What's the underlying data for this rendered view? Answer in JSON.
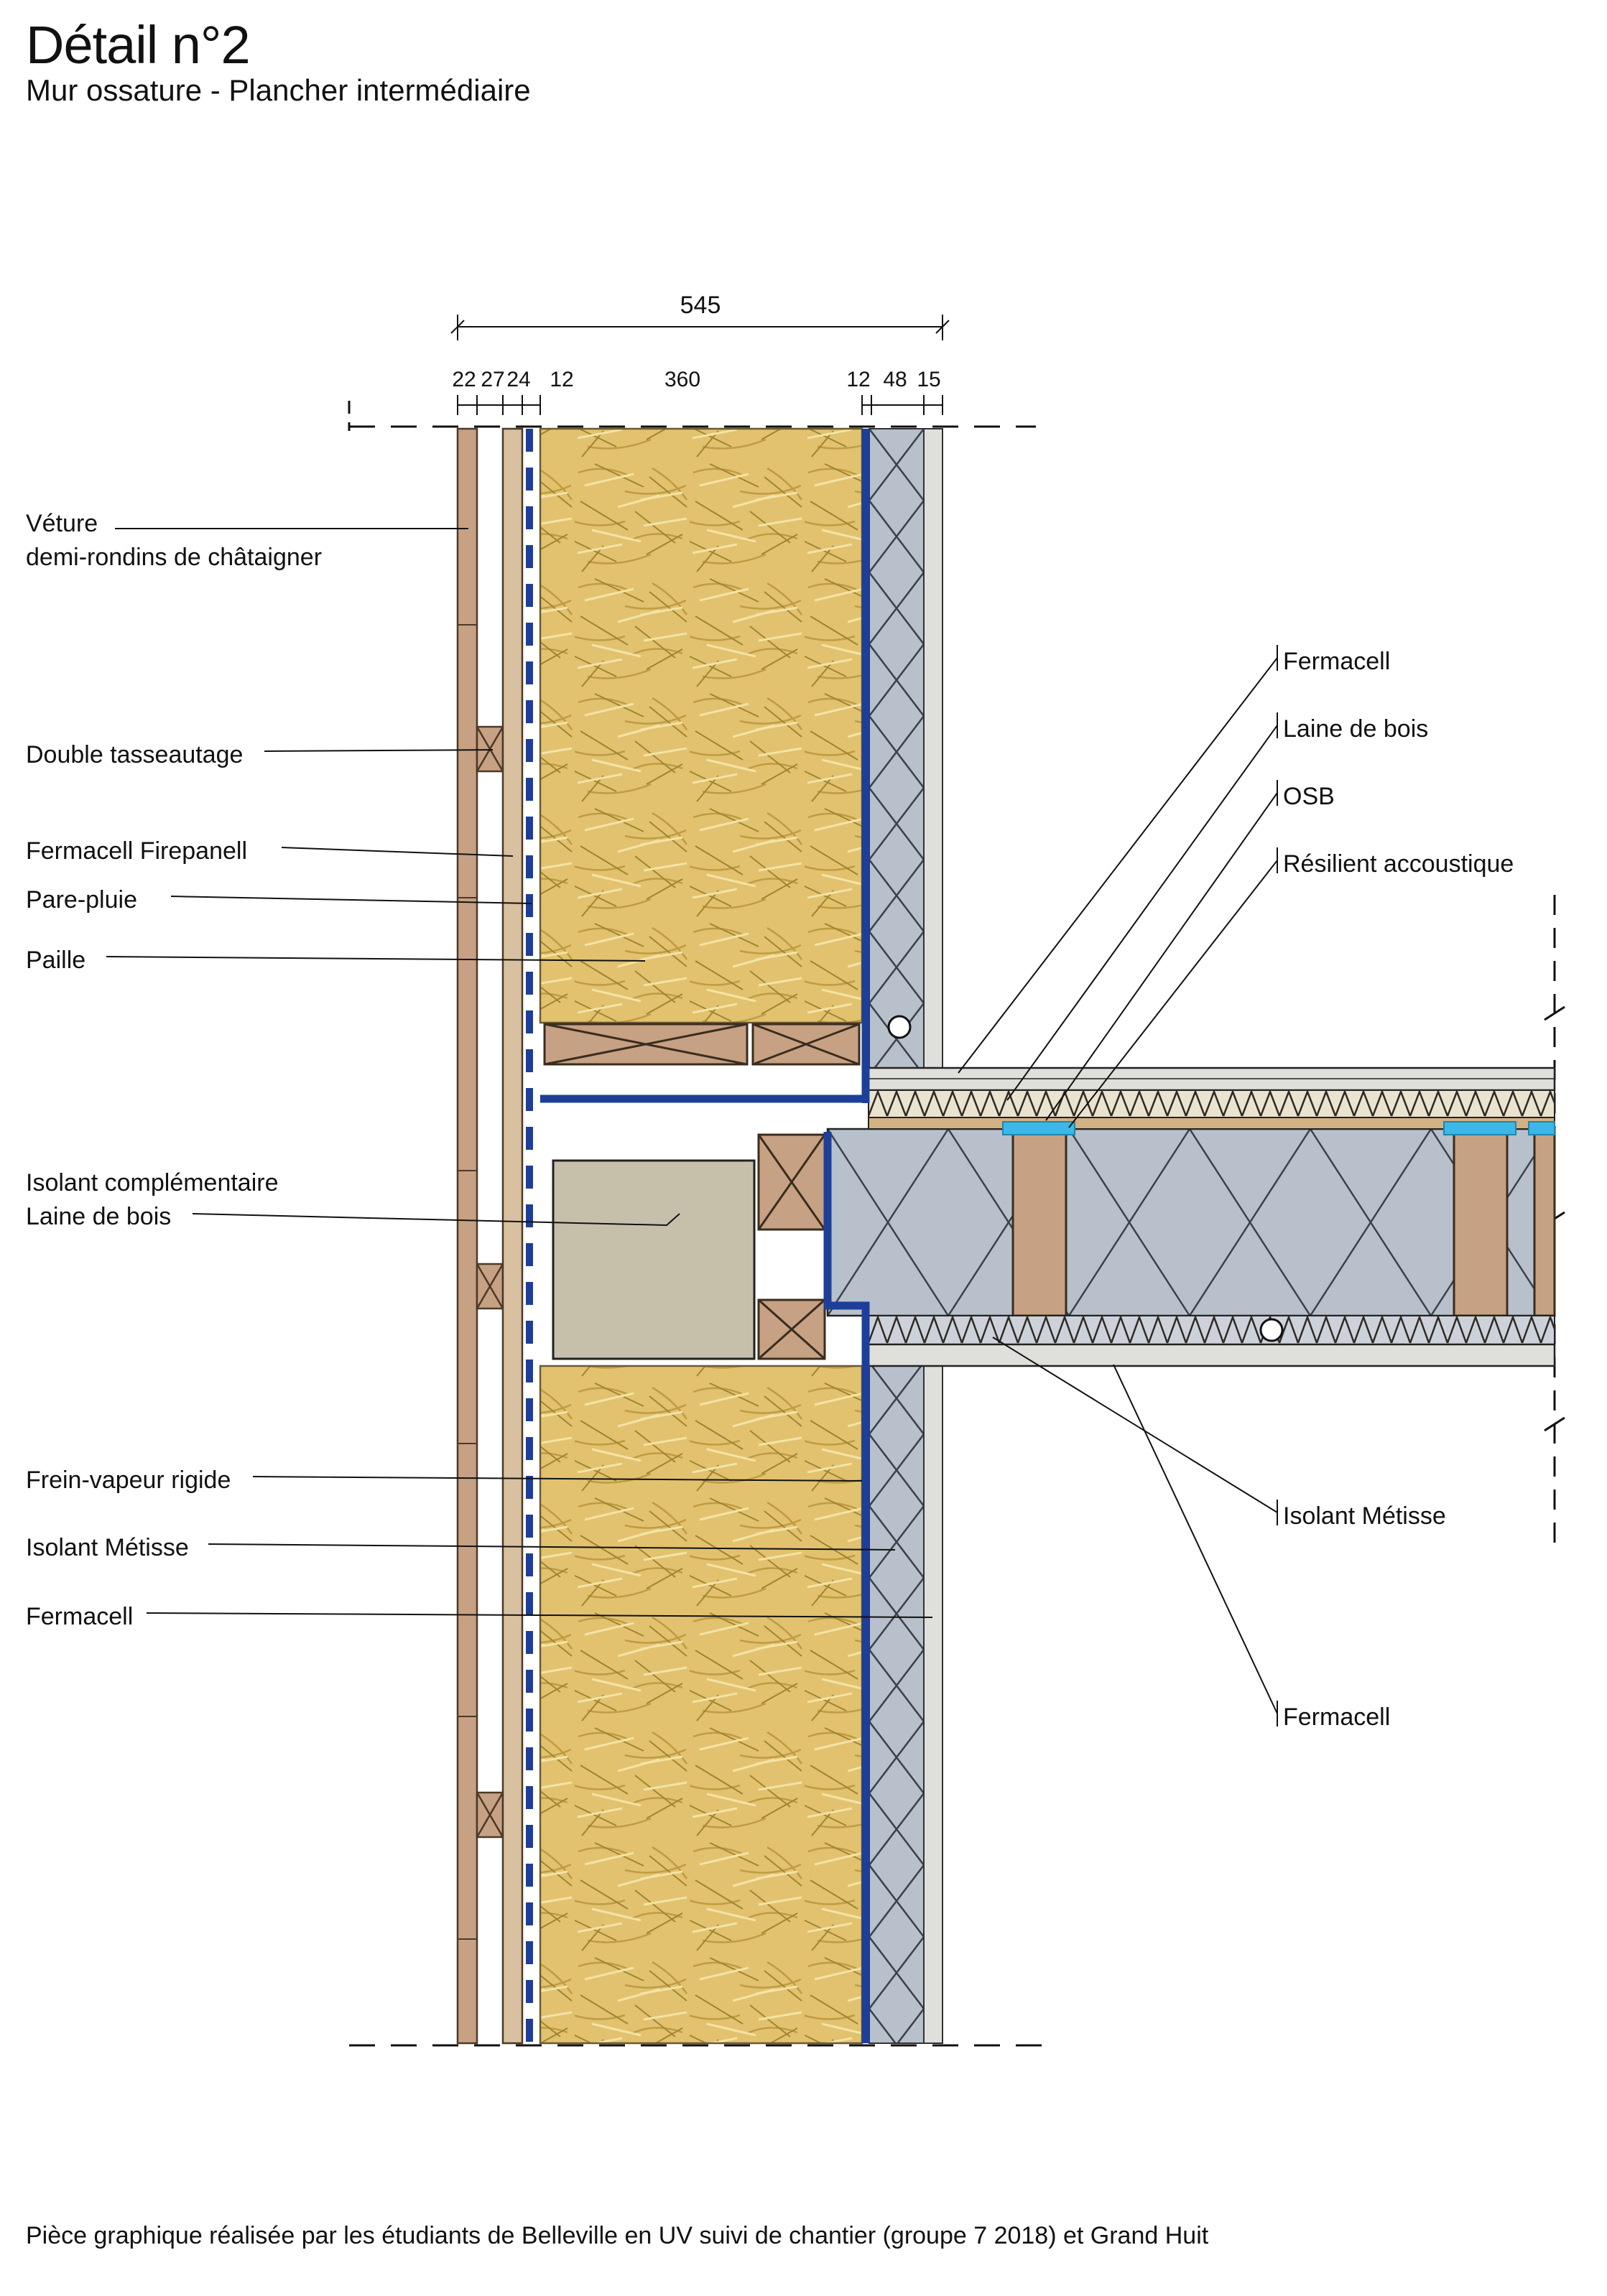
{
  "title": "Détail n°2",
  "subtitle": "Mur ossature - Plancher intermédiaire",
  "caption": "Pièce graphique réalisée par les étudiants de Belleville en UV suivi de chantier (groupe 7 2018) et Grand Huit",
  "dimensions": {
    "total": "545",
    "segments": [
      "22",
      "27",
      "24",
      "12",
      "360",
      "12",
      "48",
      "15"
    ]
  },
  "labels_left": [
    {
      "text": "Véture\ndemi-rondins de châtaigner"
    },
    {
      "text": "Double tasseautage"
    },
    {
      "text": "Fermacell Firepanell"
    },
    {
      "text": "Pare-pluie"
    },
    {
      "text": "Paille"
    },
    {
      "text": "Isolant complémentaire\nLaine de bois"
    },
    {
      "text": "Frein-vapeur rigide"
    },
    {
      "text": "Isolant Métisse"
    },
    {
      "text": "Fermacell"
    }
  ],
  "labels_right": [
    {
      "text": "Fermacell"
    },
    {
      "text": "Laine de bois"
    },
    {
      "text": "OSB"
    },
    {
      "text": "Résilient accoustique"
    },
    {
      "text": "Isolant Métisse"
    },
    {
      "text": "Fermacell"
    }
  ],
  "colors": {
    "membrane_blue": "#1d3f9a",
    "resilient_cyan": "#3cb7e8",
    "straw_yellow": "#e2c26f",
    "wood_tan": "#c7a183",
    "insulation_grey": "#b7c0cb",
    "fermacell_grey": "#dfdfdb",
    "laine_bois_cream": "#eae3cf",
    "complement_beige": "#c6c0ab"
  }
}
